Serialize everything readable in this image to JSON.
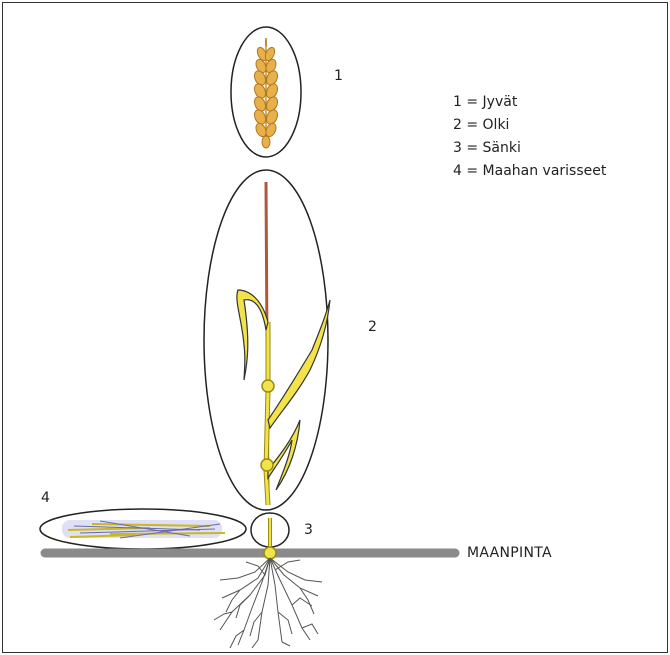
{
  "region_labels": {
    "region_1": "1",
    "region_2": "2",
    "region_3": "3",
    "region_4": "4"
  },
  "legend": {
    "items": [
      "1 = Jyvät",
      "2 = Olki",
      "3 = Sänki",
      "4 = Maahan varisseet"
    ]
  },
  "ground_label": "MAANPINTA",
  "colors": {
    "straw": "#f2e34a",
    "straw_outline": "#9a8a10",
    "stalk": "#b0583a",
    "grain": "#e8b04a",
    "ground": "#8a8a8a",
    "roots": "#555555",
    "fallen_fill": "#c9c9f0"
  }
}
